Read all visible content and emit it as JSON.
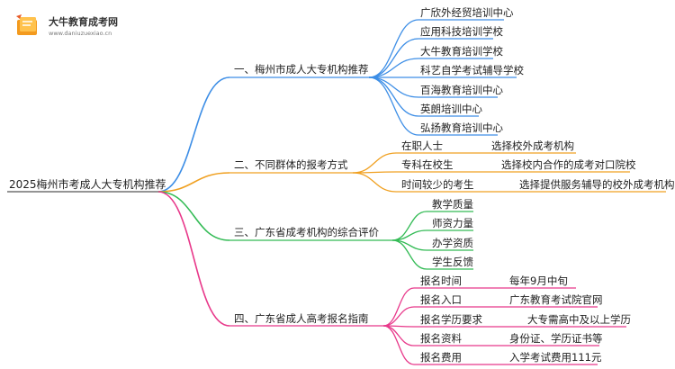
{
  "brand": {
    "name": "大牛教育成考网",
    "url": "www.daniuzuexiao.cn"
  },
  "colors": {
    "blue": "#3d8ee6",
    "orange": "#f0a020",
    "green": "#33bb55",
    "pink": "#e8388a",
    "root_line": "#555555"
  },
  "diagram": {
    "root": "2025梅州市考成人大专机构推荐",
    "branches": [
      {
        "label": "一、梅州市成人大专机构推荐",
        "children": [
          "广欣外经贸培训中心",
          "应用科技培训学校",
          "大牛教育培训学校",
          "科艺自学考试辅导学校",
          "百海教育培训中心",
          "英朗培训中心",
          "弘扬教育培训中心"
        ]
      },
      {
        "label": "二、不同群体的报考方式",
        "children": [
          {
            "label": "在职人士",
            "value": "选择校外成考机构"
          },
          {
            "label": "专科在校生",
            "value": "选择校内合作的成考对口院校"
          },
          {
            "label": "时间较少的考生",
            "value": "选择提供服务辅导的校外成考机构"
          }
        ]
      },
      {
        "label": "三、广东省成考机构的综合评价",
        "children": [
          "教学质量",
          "师资力量",
          "办学资质",
          "学生反馈"
        ]
      },
      {
        "label": "四、广东省成人高考报名指南",
        "children": [
          {
            "label": "报名时间",
            "value": "每年9月中旬"
          },
          {
            "label": "报名入口",
            "value": "广东教育考试院官网"
          },
          {
            "label": "报名学历要求",
            "value": "大专需高中及以上学历"
          },
          {
            "label": "报名资料",
            "value": "身份证、学历证书等"
          },
          {
            "label": "报名费用",
            "value": "入学考试费用111元"
          }
        ]
      }
    ]
  }
}
